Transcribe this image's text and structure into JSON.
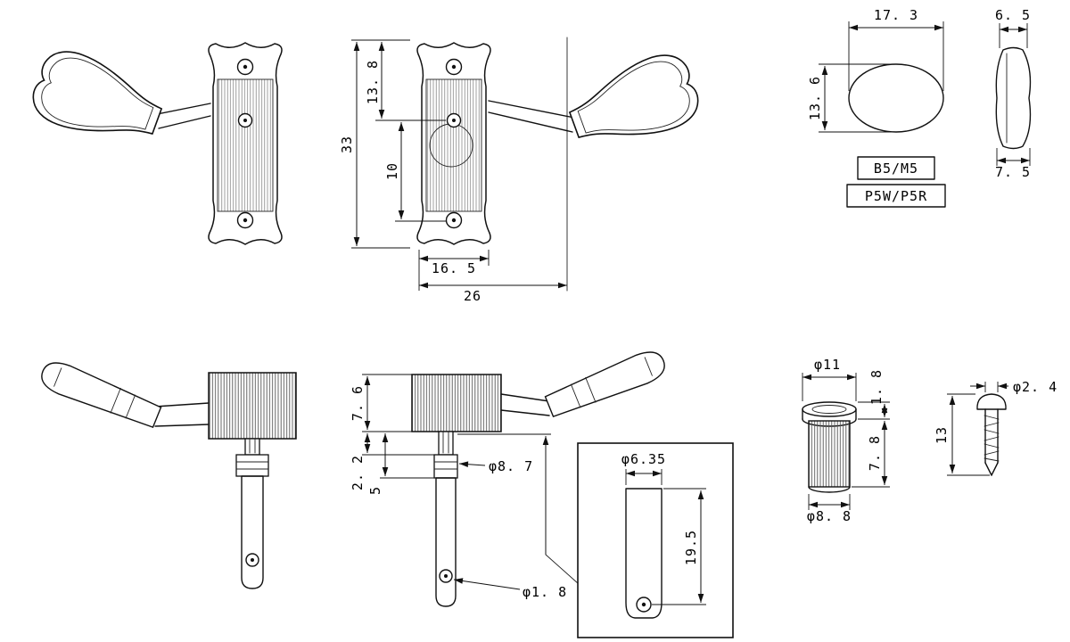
{
  "drawing": {
    "front": {
      "total_height": "33",
      "upper_height": "13. 8",
      "mid_height": "10",
      "plate_width": "16. 5",
      "overall_width": "26"
    },
    "button": {
      "width": "17. 3",
      "height": "13. 6",
      "top_width": "6. 5",
      "bottom_width": "7. 5",
      "model_top": "B5/M5",
      "model_bottom": "P5W/P5R"
    },
    "side": {
      "barrel_height": "7. 6",
      "neck_height": "2. 2",
      "thread_height": "5",
      "collar_dia": "φ8. 7",
      "string_hole_dia": "φ1. 8"
    },
    "detail": {
      "post_dia": "φ6.35",
      "post_length": "19.5"
    },
    "bushing": {
      "flange_dia": "φ11",
      "flange_height": "1. 8",
      "body_height": "7. 8",
      "body_dia": "φ8. 8"
    },
    "screw": {
      "shaft_dia": "φ2. 4",
      "length": "13"
    }
  }
}
